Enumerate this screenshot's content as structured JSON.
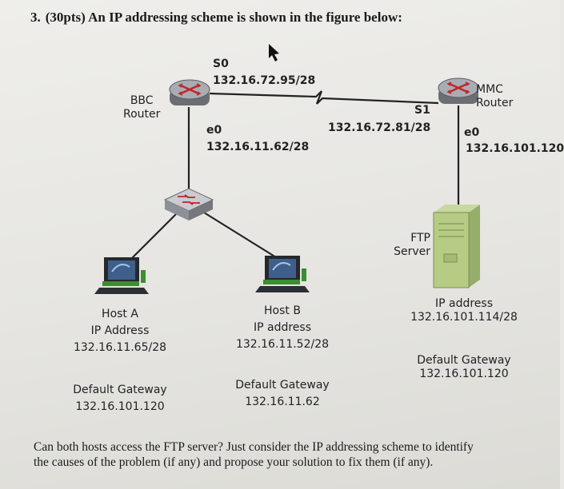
{
  "question": {
    "number": "3.",
    "points_and_title": "(30pts) An IP addressing scheme is shown in the figure below:"
  },
  "routers": {
    "bbc": {
      "line1": "BBC",
      "line2": "Router",
      "s0_label": "S0",
      "s0_ip": "132.16.72.95/28",
      "e0_label": "e0",
      "e0_ip": "132.16.11.62/28"
    },
    "mmc": {
      "line1": "MMC",
      "line2": "Router",
      "s1_label": "S1",
      "s1_ip": "132.16.72.81/28",
      "e0_label": "e0",
      "e0_ip": "132.16.101.120"
    }
  },
  "ftp_server": {
    "line1": "FTP",
    "line2": "Server",
    "ip_heading": "IP address",
    "ip": "132.16.101.114/28",
    "gw_heading": "Default Gateway",
    "gw": "132.16.101.120"
  },
  "host_a": {
    "name": "Host A",
    "ip_heading": "IP Address",
    "ip": "132.16.11.65/28",
    "gw_heading": "Default Gateway",
    "gw": "132.16.101.120"
  },
  "host_b": {
    "name": "Host B",
    "ip_heading": "IP address",
    "ip": "132.16.11.52/28",
    "gw_heading": "Default Gateway",
    "gw": "132.16.11.62"
  },
  "prompt": {
    "line1": "Can both hosts access the FTP server? Just consider the IP addressing scheme to identify",
    "line2": "the causes of the problem (if any) and propose your solution to fix them (if any)."
  }
}
